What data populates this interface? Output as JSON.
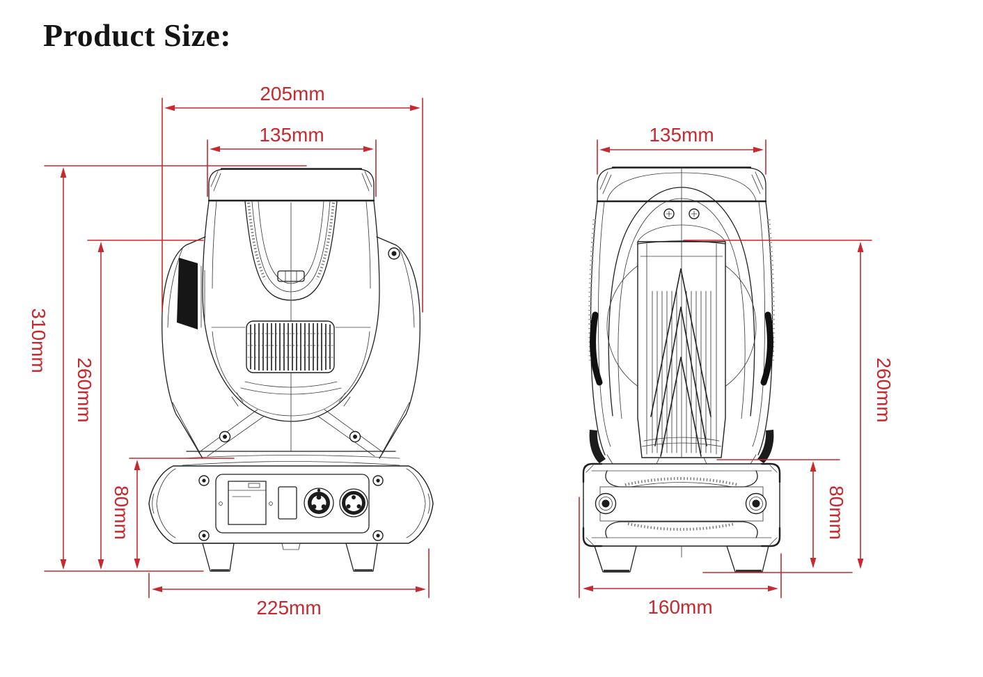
{
  "title": "Product Size:",
  "colors": {
    "dimension": "#c8292e",
    "linework": "#1f1f1f",
    "background": "#ffffff"
  },
  "front_view": {
    "dims": {
      "overall_width": "205mm",
      "head_width": "135mm",
      "overall_height": "310mm",
      "head_height": "260mm",
      "base_height": "80mm",
      "base_width": "225mm"
    }
  },
  "side_view": {
    "dims": {
      "head_width": "135mm",
      "head_height": "260mm",
      "base_height": "80mm",
      "base_width": "160mm"
    }
  }
}
